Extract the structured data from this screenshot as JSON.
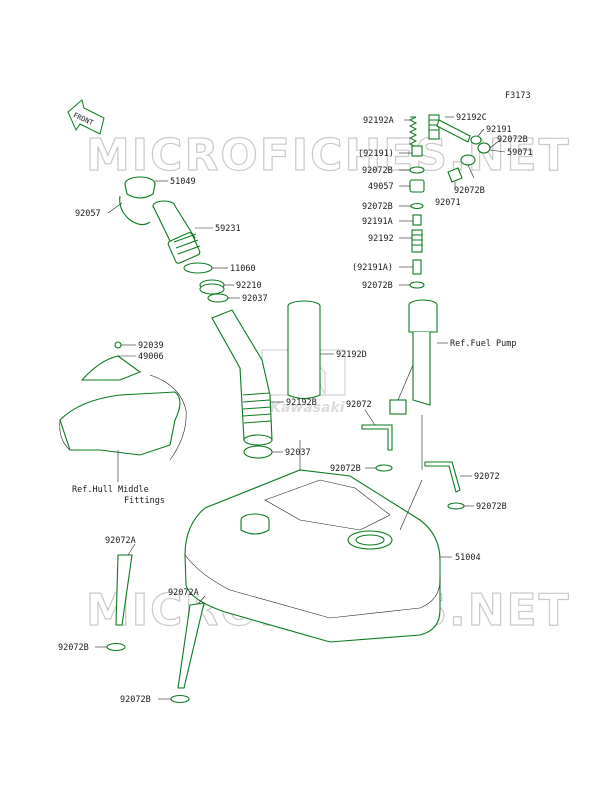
{
  "figure_code": "F3173",
  "front_label": "FRONT",
  "watermark": "MICROFICHES.NET",
  "logo_text": "Kawasaki",
  "labels": {
    "p51049": "51049",
    "p92057": "92057",
    "p59231": "59231",
    "p11060": "11060",
    "p92210": "92210",
    "p92037a": "92037",
    "p92039": "92039",
    "p49006": "49006",
    "p92192D": "92192D",
    "p92192B": "92192B",
    "p92072c": "92072",
    "p92037b": "92037",
    "p92072B_c": "92072B",
    "ref_hull_1": "Ref.Hull Middle",
    "ref_hull_2": "Fittings",
    "ref_pump": "Ref.Fuel Pump",
    "p92192A": "92192A",
    "p92192C": "92192C",
    "p92191a": "92191",
    "p92072B_t": "92072B",
    "p92191_paren": "(92191)",
    "p59071": "59071",
    "p92072B_l1": "92072B",
    "p92072B_r": "92072B",
    "p49057": "49057",
    "p92071": "92071",
    "p92072B_l2": "92072B",
    "p92191A": "92191A",
    "p92192": "92192",
    "p92191A_paren": "(92191A)",
    "p92072B_l3": "92072B",
    "p92072_r": "92072",
    "p92072B_r2": "92072B",
    "p51004": "51004",
    "p92072A_1": "92072A",
    "p92072A_2": "92072A",
    "p92072B_bl1": "92072B",
    "p92072B_bl2": "92072B"
  }
}
